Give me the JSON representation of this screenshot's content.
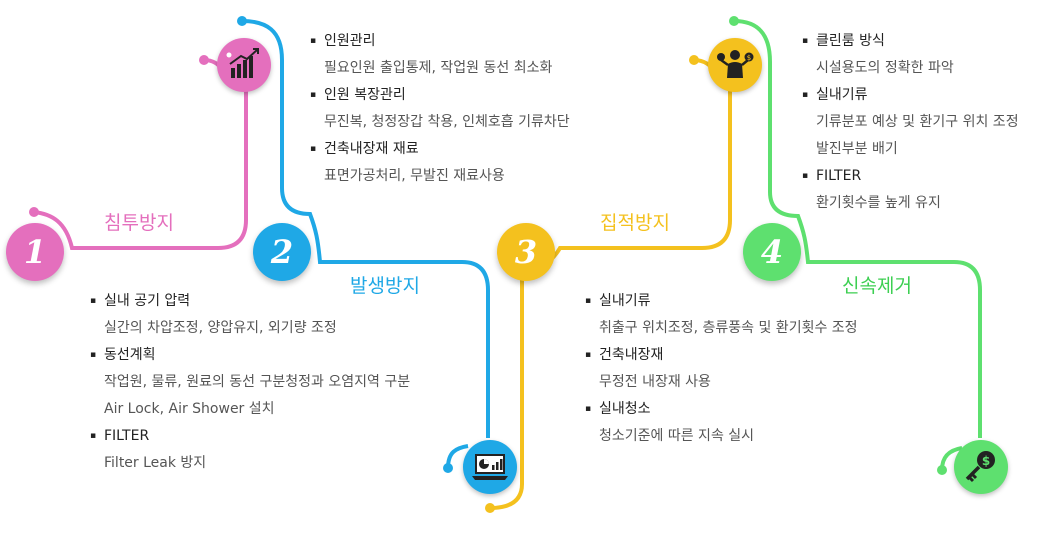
{
  "colors": {
    "pink": "#e46fbd",
    "blue": "#1fa8e6",
    "yellow": "#f4c11e",
    "green": "#5ee06f"
  },
  "steps": [
    {
      "number": "1",
      "title": "침투방지"
    },
    {
      "number": "2",
      "title": "발생방지"
    },
    {
      "number": "3",
      "title": "집적방지"
    },
    {
      "number": "4",
      "title": "신속제거"
    }
  ],
  "icons": [
    "bar-chart-growth-icon",
    "laptop-chart-icon",
    "person-money-icon",
    "key-dollar-icon"
  ],
  "blocks": {
    "b1": [
      {
        "h": "인원관리",
        "d": [
          "필요인원 출입통제, 작업원 동선 최소화"
        ]
      },
      {
        "h": "인원 복장관리",
        "d": [
          "무진복, 청정장갑 착용, 인체호흡 기류차단"
        ]
      },
      {
        "h": "건축내장재 재료",
        "d": [
          "표면가공처리, 무발진 재료사용"
        ]
      }
    ],
    "b2": [
      {
        "h": "실내 공기 압력",
        "d": [
          "실간의 차압조정, 양압유지, 외기량 조정"
        ]
      },
      {
        "h": "동선계획",
        "d": [
          "작업원, 물류, 원료의 동선 구분청정과 오염지역 구분",
          "Air Lock, Air Shower 설치"
        ]
      },
      {
        "h": "FILTER",
        "d": [
          "Filter Leak 방지"
        ]
      }
    ],
    "b3": [
      {
        "h": "실내기류",
        "d": [
          "취출구 위치조정, 층류풍속 및 환기횟수 조정"
        ]
      },
      {
        "h": "건축내장재",
        "d": [
          "무정전 내장재 사용"
        ]
      },
      {
        "h": "실내청소",
        "d": [
          "청소기준에 따른 지속 실시"
        ]
      }
    ],
    "b4": [
      {
        "h": "클린룸 방식",
        "d": [
          "시설용도의 정확한 파악"
        ]
      },
      {
        "h": "실내기류",
        "d": [
          "기류분포 예상 및 환기구 위치 조정",
          "발진부분 배기"
        ]
      },
      {
        "h": "FILTER",
        "d": [
          "환기횟수를 높게 유지"
        ]
      }
    ]
  }
}
